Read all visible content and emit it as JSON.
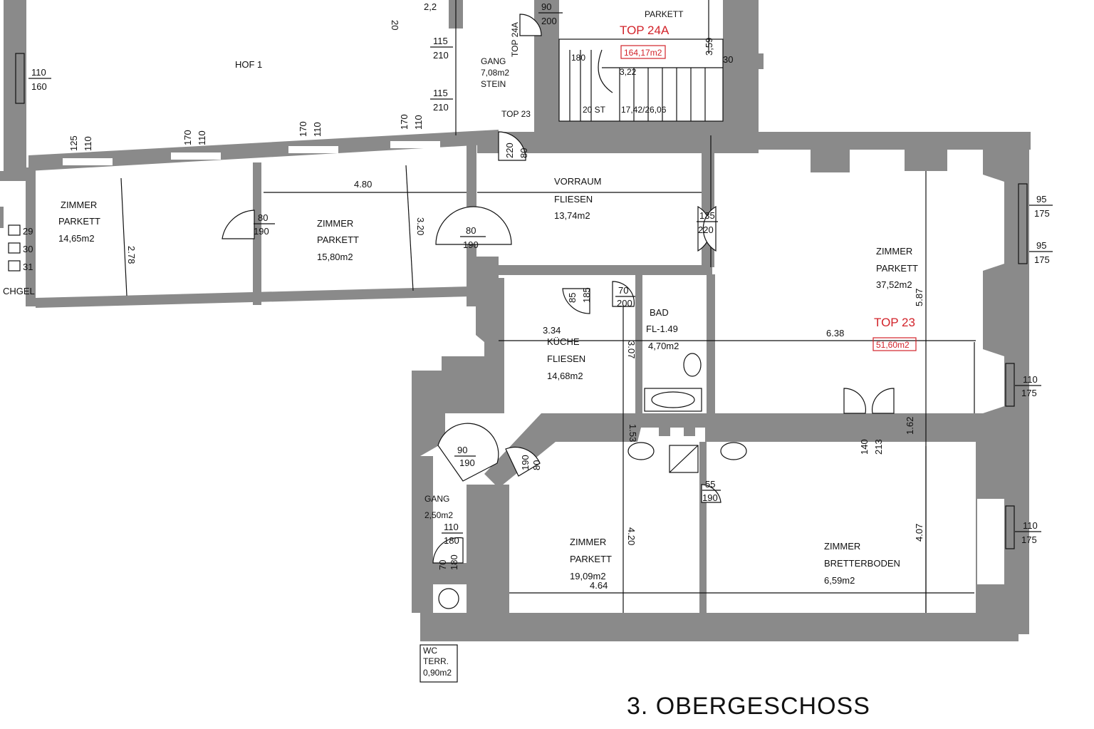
{
  "floor_title": "3. OBERGESCHOSS",
  "units": [
    {
      "name": "TOP 23",
      "area_box": "51,60m2"
    },
    {
      "name": "TOP 24A",
      "area_box": "164,17m2"
    }
  ],
  "neighbours": [
    "TOP 23",
    "TOP 24A"
  ],
  "courtyard": "HOF 1",
  "rooms": {
    "r1": {
      "type": "ZIMMER",
      "floor": "PARKETT",
      "area": "14,65m2"
    },
    "r2": {
      "type": "ZIMMER",
      "floor": "PARKETT",
      "area": "15,80m2"
    },
    "vorraum": {
      "type": "VORRAUM",
      "floor": "FLIESEN",
      "area": "13,74m2"
    },
    "big": {
      "type": "ZIMMER",
      "floor": "PARKETT",
      "area": "37,52m2"
    },
    "kueche": {
      "type": "KÜCHE",
      "floor": "FLIESEN",
      "area": "14,68m2"
    },
    "bad": {
      "type": "BAD",
      "floor": "FL-1.49",
      "area": "4,70m2"
    },
    "r3": {
      "type": "ZIMMER",
      "floor": "PARKETT",
      "area": "19,09m2"
    },
    "r4": {
      "type": "ZIMMER",
      "floor": "BRETTERBODEN",
      "area": "6,59m2"
    },
    "gang1": {
      "type": "GANG",
      "area": "7,08m2",
      "floor": "STEIN"
    },
    "gang2": {
      "type": "GANG",
      "area": "2,50m2"
    },
    "wc": {
      "type": "WC",
      "floor": "TERR.",
      "area": "0,90m2"
    },
    "top24a_room": {
      "floor": "PARKETT"
    }
  },
  "stair": {
    "label": "20 ST",
    "dims": "17,42/26,06",
    "d1": "3,22",
    "d2": "180"
  },
  "dimensions": {
    "d480": "4.80",
    "d278": "2.78",
    "d320": "3.20",
    "d638": "6.38",
    "d587": "5.87",
    "d334": "3.34",
    "d307": "3.07",
    "d420": "4.20",
    "d407": "4.07",
    "d464": "4.64",
    "d153": "1.53",
    "d162": "1.62"
  },
  "openings": {
    "w1": [
      "110",
      "160"
    ],
    "w2": [
      "110",
      "125"
    ],
    "w3": [
      "110",
      "170"
    ],
    "w4": [
      "110",
      "170"
    ],
    "w5": [
      "110",
      "170"
    ],
    "w6": [
      "115",
      "210"
    ],
    "w7": [
      "115",
      "210"
    ],
    "w8": [
      "95",
      "175"
    ],
    "w9": [
      "95",
      "175"
    ],
    "w10": [
      "110",
      "175"
    ],
    "w11": [
      "110",
      "175"
    ],
    "w12": [
      "110",
      "180"
    ],
    "d1": [
      "80",
      "190"
    ],
    "d2": [
      "80",
      "190"
    ],
    "d3": [
      "135",
      "220"
    ],
    "d4": [
      "85",
      "185"
    ],
    "d5": [
      "70",
      "200"
    ],
    "d6": [
      "90",
      "190"
    ],
    "d7": [
      "80",
      "190"
    ],
    "d8": [
      "55",
      "190"
    ],
    "d9": [
      "140",
      "213"
    ],
    "d10": [
      "220",
      "80"
    ],
    "d11": [
      "90",
      "200"
    ],
    "d12": [
      "70",
      "180"
    ]
  },
  "misc": {
    "n29": "29",
    "n30": "30",
    "n31": "31",
    "schgel": "CHGEL",
    "v359": "3,59",
    "v30": "30",
    "v20": "20",
    "v2": "2,2"
  }
}
